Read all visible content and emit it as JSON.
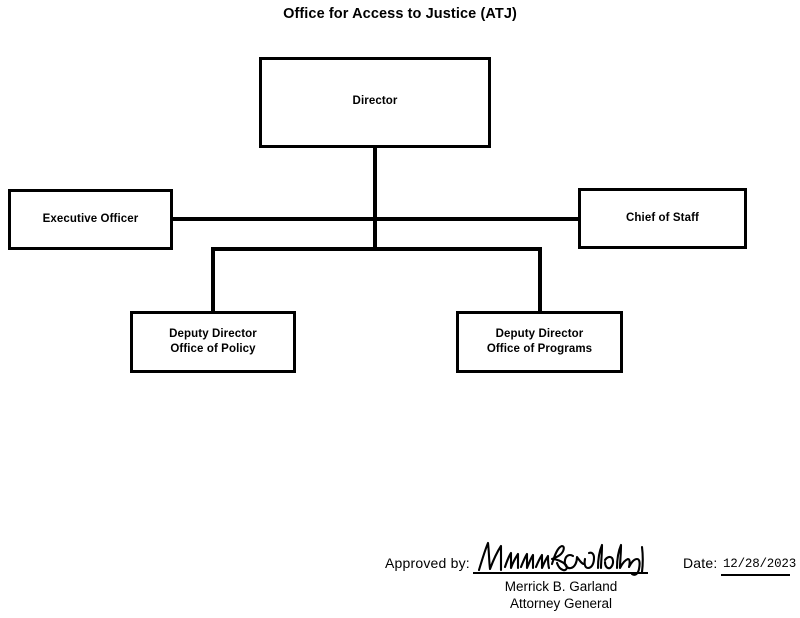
{
  "document": {
    "title": "Office for Access to Justice (ATJ)"
  },
  "chart_data": {
    "type": "diagram",
    "diagram_kind": "organizational-chart",
    "title": "Office for Access to Justice (ATJ)",
    "nodes": [
      {
        "id": "director",
        "label": "Director",
        "level": 0
      },
      {
        "id": "executive-officer",
        "label": "Executive Officer",
        "level": 1
      },
      {
        "id": "chief-of-staff",
        "label": "Chief of Staff",
        "level": 1
      },
      {
        "id": "deputy-director-policy",
        "label": "Deputy Director\nOffice of Policy",
        "level": 2
      },
      {
        "id": "deputy-director-programs",
        "label": "Deputy Director\nOffice of Programs",
        "level": 2
      }
    ],
    "edges": [
      {
        "from": "director",
        "to": "executive-officer"
      },
      {
        "from": "director",
        "to": "chief-of-staff"
      },
      {
        "from": "director",
        "to": "deputy-director-policy"
      },
      {
        "from": "director",
        "to": "deputy-director-programs"
      }
    ]
  },
  "boxes": {
    "director": "Director",
    "executive_officer": "Executive Officer",
    "chief_of_staff": "Chief of Staff",
    "deputy_director_policy": "Deputy Director\nOffice of Policy",
    "deputy_director_programs": "Deputy Director\nOffice of Programs"
  },
  "approval": {
    "approved_by_label": "Approved by:",
    "signatory_name": "Merrick B. Garland",
    "signatory_title": "Attorney General",
    "date_label": "Date:",
    "date_value": "12/28/2023",
    "signature_alt": "handwritten-signature-merrick-b-garland"
  },
  "colors": {
    "background": "#ffffff",
    "ink": "#000000"
  }
}
